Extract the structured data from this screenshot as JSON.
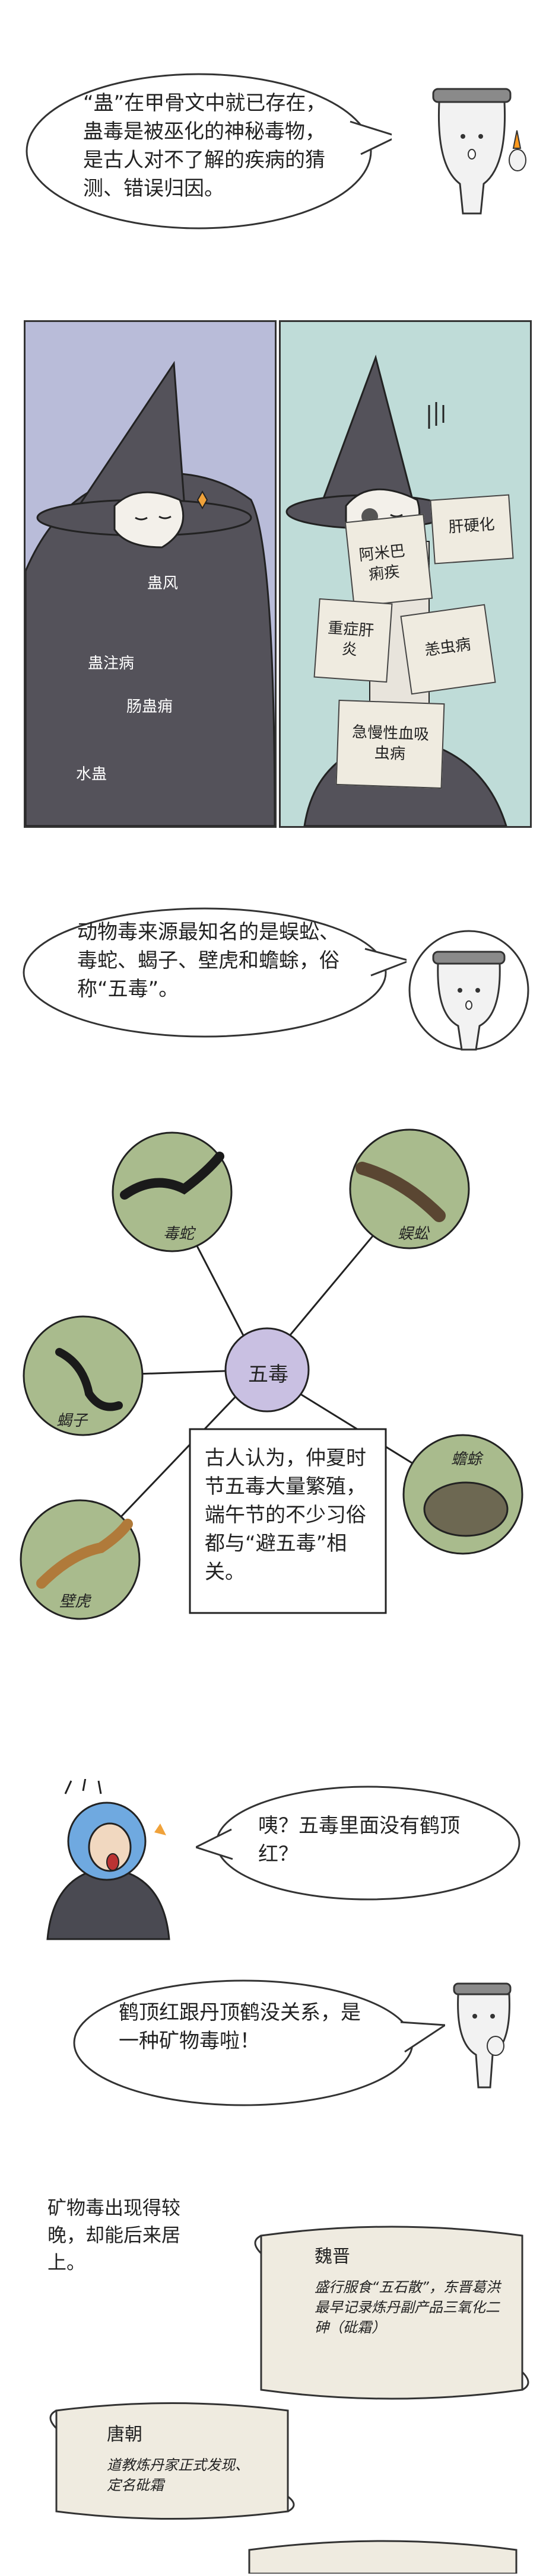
{
  "panel1": {
    "bubble_text": "“蛊”在甲骨文中就已存在，蛊毒是被巫化的神秘毒物，是古人对不了解的疾病的猜测、错误归因。"
  },
  "panel2": {
    "left_labels": [
      "蛊风",
      "蛊注病",
      "肠蛊痈",
      "水蛊"
    ],
    "right_notes": [
      "肝硬化",
      "阿米巴痢疾",
      "重症肝炎",
      "恙虫病",
      "急慢性血吸虫病"
    ]
  },
  "panel3": {
    "bubble_text": "动物毒来源最知名的是蜈蚣、毒蛇、蝎子、壁虎和蟾蜍，俗称“五毒”。"
  },
  "panel4": {
    "center": "五毒",
    "animals": [
      "毒蛇",
      "蜈蚣",
      "蝎子",
      "蟾蜍",
      "壁虎"
    ],
    "note": "古人认为，仲夏时节五毒大量繁殖，端午节的不少习俗都与“避五毒”相关。"
  },
  "panel5": {
    "bubble_text": "咦？五毒里面没有鹤顶红？"
  },
  "panel6": {
    "bubble_text": "鹤顶红跟丹顶鹤没关系，是一种矿物毒啦！"
  },
  "panel7": {
    "intro": "矿物毒出现得较晚，却能后来居上。",
    "scrolls": [
      {
        "title": "魏晋",
        "body": "盛行服食“五石散”，东晋葛洪最早记录炼丹副产品三氧化二砷（砒霜）"
      },
      {
        "title": "唐朝",
        "body": "道教炼丹家正式发现、定名砒霜"
      }
    ]
  },
  "colors": {
    "witch_left_bg": "#b9bcd9",
    "witch_right_bg": "#bfdcd8",
    "cloak": "#54525a",
    "center_circle": "#c9c0e2",
    "animal_circle": "#a9bb8d",
    "paper": "#efebe0"
  }
}
